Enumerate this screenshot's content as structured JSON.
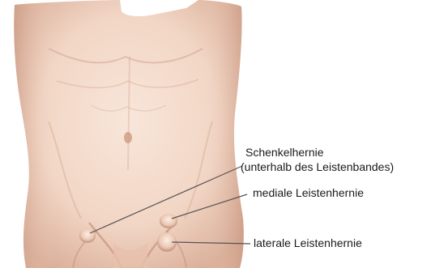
{
  "labels": {
    "femoral_line1": "Schenkelhernie",
    "femoral_line2": "(unterhalb des Leistenbandes)",
    "medial": "mediale Leistenhernie",
    "lateral": "laterale Leistenhernie"
  },
  "colors": {
    "skin_base": "#f2d6c5",
    "skin_light": "#f8e6da",
    "skin_shadow": "#d9ae98",
    "skin_deep": "#c6937d",
    "leader_line": "#555555"
  }
}
